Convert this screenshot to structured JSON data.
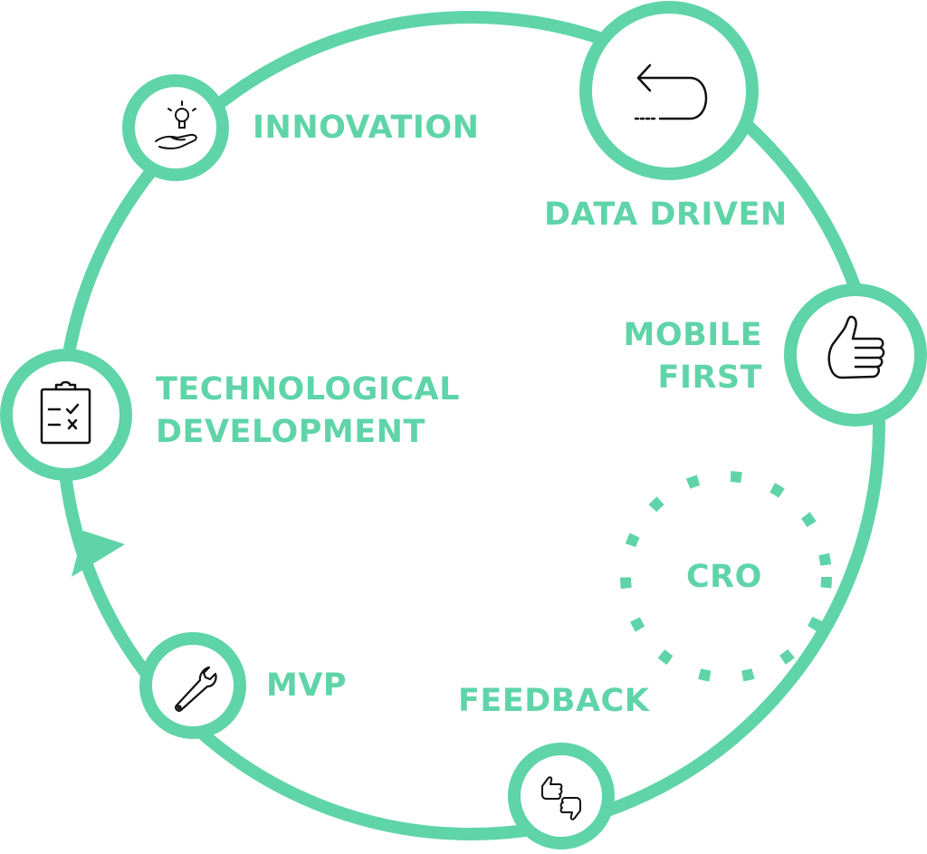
{
  "theme": {
    "accent": "#5fd4a9",
    "icon_stroke": "#111111",
    "background": "#ffffff"
  },
  "stages": [
    {
      "id": "innovation",
      "lines": [
        "INNOVATION"
      ],
      "icon": "hand-lightbulb-icon"
    },
    {
      "id": "data-driven",
      "lines": [
        "DATA DRIVEN"
      ],
      "icon": "return-arrow-icon"
    },
    {
      "id": "mobile-first",
      "lines": [
        "MOBILE",
        "FIRST"
      ],
      "icon": "thumbs-up-icon"
    },
    {
      "id": "cro",
      "lines": [
        "CRO"
      ],
      "icon": "dashed-circle"
    },
    {
      "id": "feedback",
      "lines": [
        "FEEDBACK"
      ],
      "icon": "thumbs-up-down-icon"
    },
    {
      "id": "mvp",
      "lines": [
        "MVP"
      ],
      "icon": "wrench-icon"
    },
    {
      "id": "technological-development",
      "lines": [
        "TECHNOLOGICAL",
        "DEVELOPMENT"
      ],
      "icon": "clipboard-checklist-icon"
    }
  ]
}
